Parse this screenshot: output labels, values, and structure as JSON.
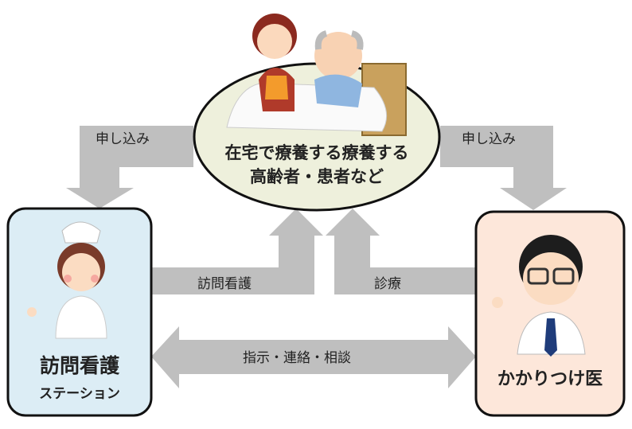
{
  "colors": {
    "arrow": "#bfbfbf",
    "ellipse": "#eef0dc",
    "nurse_box": "#dcedf5",
    "doctor_box": "#fde7da",
    "outline": "#111111"
  },
  "center": {
    "line1": "在宅で療養する療養する",
    "line2": "高齢者・患者など"
  },
  "arrows": {
    "apply_left": "申し込み",
    "apply_right": "申し込み",
    "visit_nursing": "訪問看護",
    "medical_care": "診療",
    "coordination": "指示・連絡・相談"
  },
  "nurse_station": {
    "title": "訪問看護",
    "subtitle": "ステーション"
  },
  "doctor": {
    "title": "かかりつけ医"
  }
}
